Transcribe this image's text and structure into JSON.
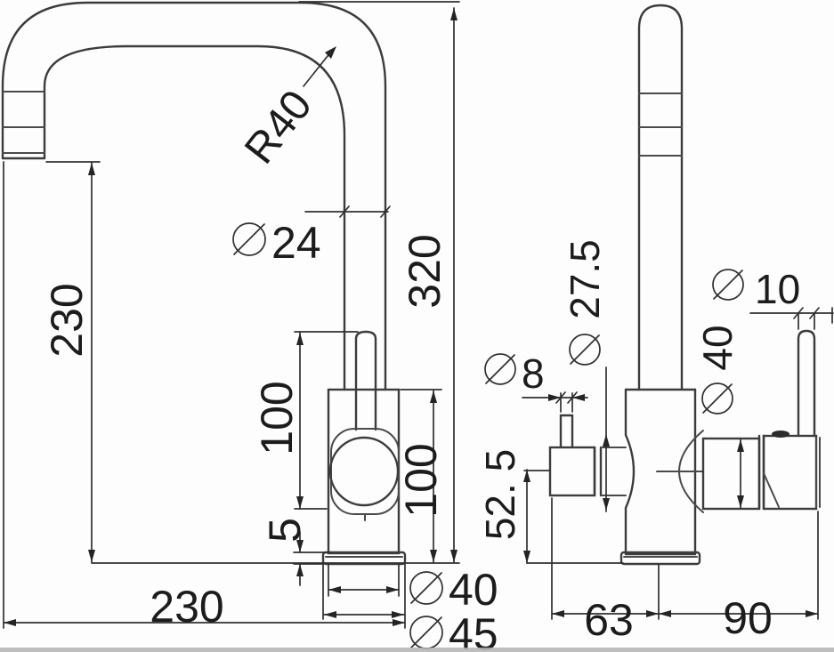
{
  "drawing": {
    "type": "faucet-dimension-drawing",
    "views": [
      "front",
      "side"
    ],
    "front_view": {
      "dims": {
        "spout_height": "230",
        "spout_reach": "230",
        "total_height": "320",
        "bend_radius": "R40",
        "pipe_diameter": "24",
        "lever_height": "100",
        "body_height": "100",
        "flange_thickness": "5",
        "body_diameter": "40",
        "base_diameter": "45"
      }
    },
    "side_view": {
      "dims": {
        "spray_pipe_diameter": "8",
        "neck_diameter": "27.5",
        "hub_diameter": "40",
        "lever_diameter": "10",
        "spray_outlet_height": "52. 5",
        "front_offset": "63",
        "handle_reach": "90"
      }
    },
    "colors": {
      "line": "#3c3c3c",
      "dimension": "#303030",
      "text": "#1c1c1c",
      "background": "#fdfdfd",
      "edge_artifact": "#b3b3b3"
    }
  }
}
